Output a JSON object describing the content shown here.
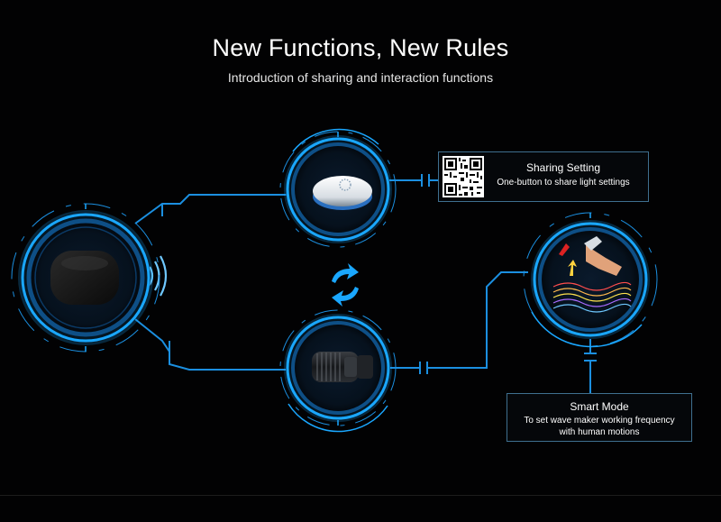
{
  "header": {
    "title": "New Functions, New Rules",
    "subtitle": "Introduction of sharing and interaction functions"
  },
  "sharing_box": {
    "title": "Sharing Setting",
    "description": "One-button to share light settings"
  },
  "smart_box": {
    "title": "Smart Mode",
    "description_line1": "To set wave maker working frequency",
    "description_line2": "with human motions"
  },
  "icons": {
    "sync": "sync-arrows-icon",
    "wireless": "wireless-signal-icon",
    "qr": "qr-code-icon"
  },
  "colors": {
    "background": "#000000",
    "accent_blue": "#1aa7ff",
    "dark_blue": "#0b3a66",
    "line_blue": "#1b8fe0"
  }
}
